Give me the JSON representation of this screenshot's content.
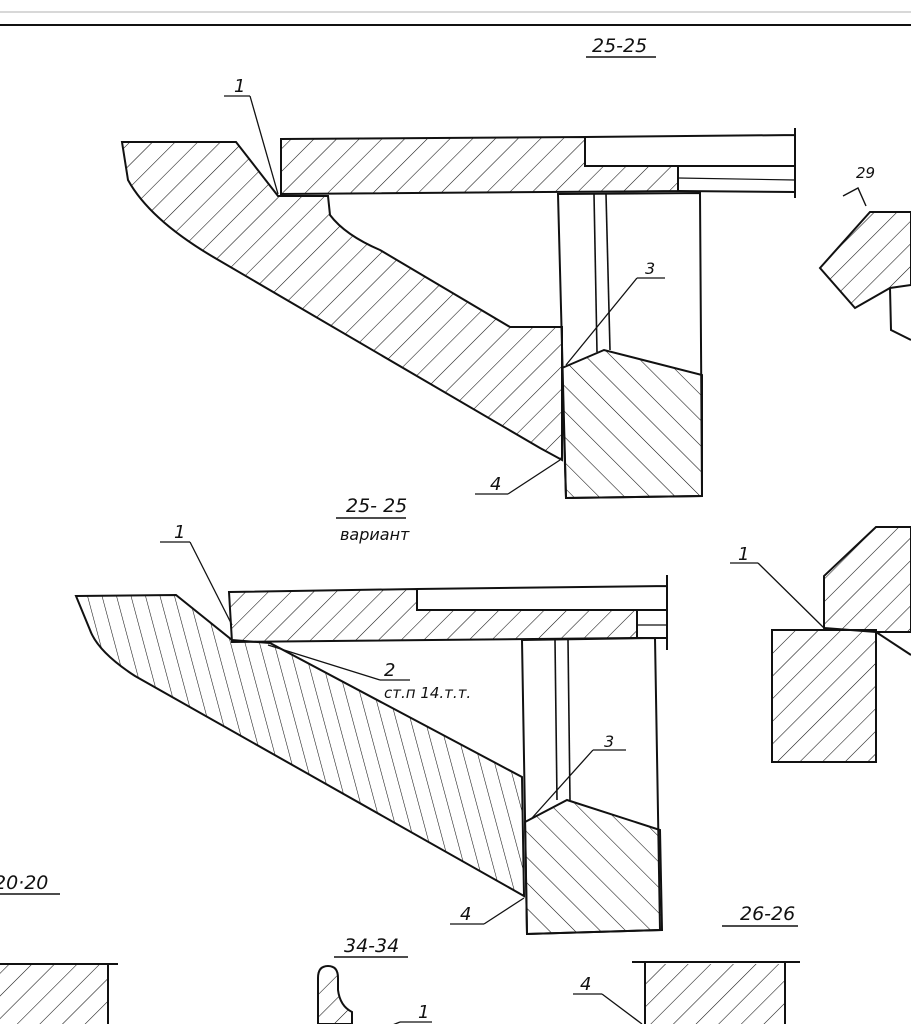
{
  "sections": {
    "top": {
      "title": "25-25"
    },
    "middle": {
      "title": "25- 25",
      "subtitle": "вариант"
    },
    "right_top": {
      "title": "29"
    },
    "left_bottom": {
      "title": "20·20"
    },
    "bottom_mid": {
      "title": "34-34"
    },
    "bottom_right": {
      "title": "26-26"
    }
  },
  "callouts": {
    "top_1": "1",
    "top_3": "3",
    "top_4": "4",
    "mid_1": "1",
    "mid_2": "2",
    "mid_2_note": "ст.п 14.т.т.",
    "mid_3": "3",
    "mid_4": "4",
    "right_1": "1",
    "bottom_1": "1",
    "bottom_4": "4"
  }
}
